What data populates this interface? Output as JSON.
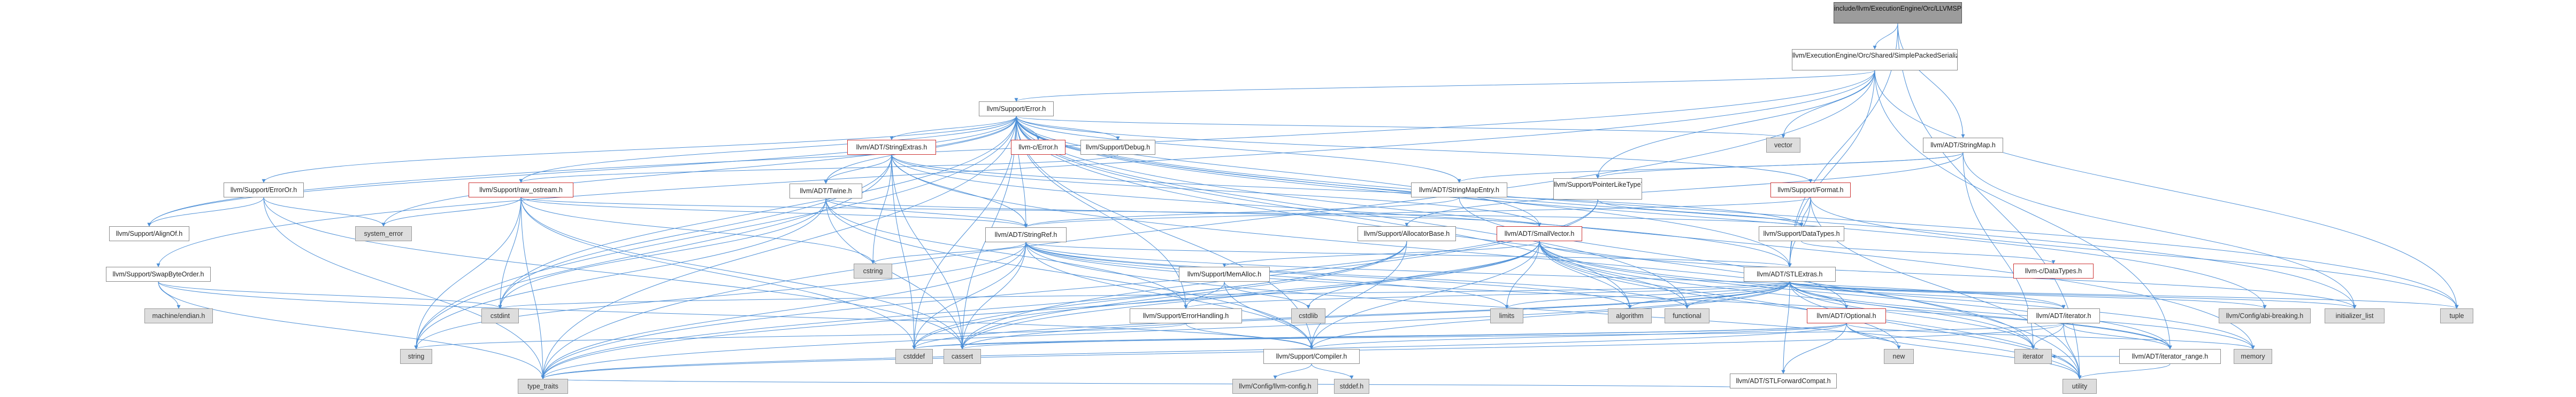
{
  "graph": {
    "title_node": "include/llvm/ExecutionEngine/Orc/LLVMSPSSerializers.h",
    "colors": {
      "edge": "#4d8fd6",
      "node_border": "#8a8a8a",
      "error_border": "#cc3333",
      "focus_fill": "#9c9c9c",
      "ext_fill": "#dddddd"
    },
    "nodes": [
      {
        "id": "n0",
        "label": "include/llvm/ExecutionEngine/Orc/LLVMSPSSerializers.h",
        "type": "focus"
      },
      {
        "id": "n1",
        "label": "llvm/ExecutionEngine/Orc/Shared/SimplePackedSerialization.h",
        "type": "normal"
      },
      {
        "id": "n2",
        "label": "llvm/Support/Error.h",
        "type": "normal"
      },
      {
        "id": "n3",
        "label": "vector",
        "type": "ext"
      },
      {
        "id": "n4",
        "label": "llvm/ADT/StringMap.h",
        "type": "normal"
      },
      {
        "id": "n5",
        "label": "llvm/ADT/StringExtras.h",
        "type": "error"
      },
      {
        "id": "n6",
        "label": "llvm-c/Error.h",
        "type": "error"
      },
      {
        "id": "n7",
        "label": "llvm/Support/Debug.h",
        "type": "normal"
      },
      {
        "id": "n8",
        "label": "llvm/Support/PointerLikeTypeTraits.h",
        "type": "normal"
      },
      {
        "id": "n9",
        "label": "llvm/ADT/StringMapEntry.h",
        "type": "normal"
      },
      {
        "id": "n10",
        "label": "llvm/Support/Format.h",
        "type": "error"
      },
      {
        "id": "n11",
        "label": "llvm/Support/ErrorOr.h",
        "type": "normal"
      },
      {
        "id": "n12",
        "label": "llvm/Support/raw_ostream.h",
        "type": "error"
      },
      {
        "id": "n13",
        "label": "llvm/ADT/Twine.h",
        "type": "normal"
      },
      {
        "id": "n14",
        "label": "llvm/Support/AllocatorBase.h",
        "type": "normal"
      },
      {
        "id": "n15",
        "label": "llvm/ADT/SmallVector.h",
        "type": "error"
      },
      {
        "id": "n16",
        "label": "llvm/Support/DataTypes.h",
        "type": "normal"
      },
      {
        "id": "n17",
        "label": "llvm/Support/AlignOf.h",
        "type": "normal"
      },
      {
        "id": "n18",
        "label": "system_error",
        "type": "ext"
      },
      {
        "id": "n19",
        "label": "llvm/ADT/StringRef.h",
        "type": "normal"
      },
      {
        "id": "n20",
        "label": "llvm-c/DataTypes.h",
        "type": "error"
      },
      {
        "id": "n21",
        "label": "llvm/Support/SwapByteOrder.h",
        "type": "normal"
      },
      {
        "id": "n22",
        "label": "cstring",
        "type": "ext"
      },
      {
        "id": "n23",
        "label": "llvm/Support/MemAlloc.h",
        "type": "normal"
      },
      {
        "id": "n24",
        "label": "llvm/ADT/STLExtras.h",
        "type": "normal"
      },
      {
        "id": "n25",
        "label": "machine/endian.h",
        "type": "ext"
      },
      {
        "id": "n26",
        "label": "cstdint",
        "type": "ext"
      },
      {
        "id": "n27",
        "label": "limits",
        "type": "ext"
      },
      {
        "id": "n28",
        "label": "algorithm",
        "type": "ext"
      },
      {
        "id": "n29",
        "label": "functional",
        "type": "ext"
      },
      {
        "id": "n30",
        "label": "llvm/Config/abi-breaking.h",
        "type": "ext"
      },
      {
        "id": "n31",
        "label": "initializer_list",
        "type": "ext"
      },
      {
        "id": "n32",
        "label": "tuple",
        "type": "ext"
      },
      {
        "id": "n33",
        "label": "llvm/Support/ErrorHandling.h",
        "type": "normal"
      },
      {
        "id": "n34",
        "label": "cstdlib",
        "type": "ext"
      },
      {
        "id": "n35",
        "label": "llvm/ADT/Optional.h",
        "type": "error"
      },
      {
        "id": "n36",
        "label": "llvm/ADT/iterator.h",
        "type": "normal"
      },
      {
        "id": "n37",
        "label": "string",
        "type": "ext"
      },
      {
        "id": "n38",
        "label": "cstddef",
        "type": "ext"
      },
      {
        "id": "n39",
        "label": "cassert",
        "type": "ext"
      },
      {
        "id": "n40",
        "label": "llvm/Support/Compiler.h",
        "type": "normal"
      },
      {
        "id": "n41",
        "label": "new",
        "type": "ext"
      },
      {
        "id": "n42",
        "label": "iterator",
        "type": "ext"
      },
      {
        "id": "n43",
        "label": "llvm/ADT/iterator_range.h",
        "type": "normal"
      },
      {
        "id": "n44",
        "label": "memory",
        "type": "ext"
      },
      {
        "id": "n45",
        "label": "llvm/ADT/STLForwardCompat.h",
        "type": "normal"
      },
      {
        "id": "n46",
        "label": "type_traits",
        "type": "ext"
      },
      {
        "id": "n47",
        "label": "utility",
        "type": "ext"
      },
      {
        "id": "n48",
        "label": "llvm/Config/llvm-config.h",
        "type": "ext"
      },
      {
        "id": "n49",
        "label": "stddef.h",
        "type": "ext"
      }
    ],
    "edges": [
      [
        "n0",
        "n1"
      ],
      [
        "n0",
        "n4"
      ],
      [
        "n0",
        "n24"
      ],
      [
        "n0",
        "n47"
      ],
      [
        "n1",
        "n2"
      ],
      [
        "n1",
        "n3"
      ],
      [
        "n1",
        "n8"
      ],
      [
        "n1",
        "n21"
      ],
      [
        "n1",
        "n32"
      ],
      [
        "n1",
        "n43"
      ],
      [
        "n1",
        "n46"
      ],
      [
        "n1",
        "n24"
      ],
      [
        "n1",
        "n17"
      ],
      [
        "n2",
        "n5"
      ],
      [
        "n2",
        "n6"
      ],
      [
        "n2",
        "n7"
      ],
      [
        "n2",
        "n11"
      ],
      [
        "n2",
        "n12"
      ],
      [
        "n2",
        "n13"
      ],
      [
        "n2",
        "n15"
      ],
      [
        "n2",
        "n10"
      ],
      [
        "n2",
        "n3"
      ],
      [
        "n2",
        "n17"
      ],
      [
        "n2",
        "n18"
      ],
      [
        "n2",
        "n19"
      ],
      [
        "n2",
        "n9"
      ],
      [
        "n2",
        "n33"
      ],
      [
        "n2",
        "n40"
      ],
      [
        "n2",
        "n26"
      ],
      [
        "n2",
        "n39"
      ],
      [
        "n2",
        "n37"
      ],
      [
        "n2",
        "n46"
      ],
      [
        "n2",
        "n30"
      ],
      [
        "n2",
        "n31"
      ],
      [
        "n2",
        "n32"
      ],
      [
        "n2",
        "n44"
      ],
      [
        "n2",
        "n47"
      ],
      [
        "n2",
        "n28"
      ],
      [
        "n2",
        "n29"
      ],
      [
        "n2",
        "n38"
      ],
      [
        "n2",
        "n24"
      ],
      [
        "n4",
        "n9"
      ],
      [
        "n4",
        "n14"
      ],
      [
        "n4",
        "n8"
      ],
      [
        "n4",
        "n31"
      ],
      [
        "n4",
        "n42"
      ],
      [
        "n5",
        "n19"
      ],
      [
        "n5",
        "n13"
      ],
      [
        "n5",
        "n15"
      ],
      [
        "n5",
        "n22"
      ],
      [
        "n5",
        "n26"
      ],
      [
        "n5",
        "n37"
      ],
      [
        "n5",
        "n24"
      ],
      [
        "n5",
        "n42"
      ],
      [
        "n5",
        "n38"
      ],
      [
        "n5",
        "n39"
      ],
      [
        "n5",
        "n37"
      ],
      [
        "n5",
        "n16"
      ],
      [
        "n7",
        "n12"
      ],
      [
        "n8",
        "n16"
      ],
      [
        "n8",
        "n39"
      ],
      [
        "n8",
        "n46"
      ],
      [
        "n9",
        "n19"
      ],
      [
        "n9",
        "n35"
      ],
      [
        "n10",
        "n19"
      ],
      [
        "n10",
        "n16"
      ],
      [
        "n10",
        "n24"
      ],
      [
        "n10",
        "n32"
      ],
      [
        "n10",
        "n47"
      ],
      [
        "n11",
        "n17"
      ],
      [
        "n11",
        "n18"
      ],
      [
        "n11",
        "n46"
      ],
      [
        "n11",
        "n39"
      ],
      [
        "n12",
        "n19"
      ],
      [
        "n12",
        "n16"
      ],
      [
        "n12",
        "n18"
      ],
      [
        "n12",
        "n22"
      ],
      [
        "n12",
        "n26"
      ],
      [
        "n12",
        "n37"
      ],
      [
        "n12",
        "n39"
      ],
      [
        "n12",
        "n38"
      ],
      [
        "n12",
        "n46"
      ],
      [
        "n13",
        "n19"
      ],
      [
        "n13",
        "n15"
      ],
      [
        "n13",
        "n40"
      ],
      [
        "n13",
        "n33"
      ],
      [
        "n13",
        "n26"
      ],
      [
        "n13",
        "n37"
      ],
      [
        "n13",
        "n39"
      ],
      [
        "n14",
        "n40"
      ],
      [
        "n14",
        "n46"
      ],
      [
        "n14",
        "n38"
      ],
      [
        "n14",
        "n39"
      ],
      [
        "n15",
        "n23"
      ],
      [
        "n15",
        "n40"
      ],
      [
        "n15",
        "n28"
      ],
      [
        "n15",
        "n38"
      ],
      [
        "n15",
        "n34"
      ],
      [
        "n15",
        "n29"
      ],
      [
        "n15",
        "n31"
      ],
      [
        "n15",
        "n42"
      ],
      [
        "n15",
        "n27"
      ],
      [
        "n15",
        "n44"
      ],
      [
        "n15",
        "n41"
      ],
      [
        "n15",
        "n46"
      ],
      [
        "n15",
        "n47"
      ],
      [
        "n15",
        "n39"
      ],
      [
        "n15",
        "n43"
      ],
      [
        "n16",
        "n20"
      ],
      [
        "n19",
        "n24"
      ],
      [
        "n19",
        "n22"
      ],
      [
        "n19",
        "n40"
      ],
      [
        "n19",
        "n28"
      ],
      [
        "n19",
        "n38"
      ],
      [
        "n19",
        "n27"
      ],
      [
        "n19",
        "n37"
      ],
      [
        "n19",
        "n46"
      ],
      [
        "n19",
        "n47"
      ],
      [
        "n19",
        "n39"
      ],
      [
        "n19",
        "n36"
      ],
      [
        "n19",
        "n43"
      ],
      [
        "n19",
        "n29"
      ],
      [
        "n21",
        "n25"
      ],
      [
        "n21",
        "n26"
      ],
      [
        "n21",
        "n46"
      ],
      [
        "n21",
        "n40"
      ],
      [
        "n23",
        "n33"
      ],
      [
        "n23",
        "n40"
      ],
      [
        "n23",
        "n34"
      ],
      [
        "n24",
        "n35"
      ],
      [
        "n24",
        "n36"
      ],
      [
        "n24",
        "n43"
      ],
      [
        "n24",
        "n45"
      ],
      [
        "n24",
        "n30"
      ],
      [
        "n24",
        "n28"
      ],
      [
        "n24",
        "n38"
      ],
      [
        "n24",
        "n29"
      ],
      [
        "n24",
        "n31"
      ],
      [
        "n24",
        "n42"
      ],
      [
        "n24",
        "n27"
      ],
      [
        "n24",
        "n44"
      ],
      [
        "n24",
        "n32"
      ],
      [
        "n24",
        "n46"
      ],
      [
        "n24",
        "n47"
      ],
      [
        "n24",
        "n39"
      ],
      [
        "n24",
        "n26"
      ],
      [
        "n24",
        "n40"
      ],
      [
        "n24",
        "n33"
      ],
      [
        "n33",
        "n40"
      ],
      [
        "n33",
        "n37"
      ],
      [
        "n35",
        "n40"
      ],
      [
        "n35",
        "n45"
      ],
      [
        "n35",
        "n39"
      ],
      [
        "n35",
        "n38"
      ],
      [
        "n35",
        "n41"
      ],
      [
        "n35",
        "n46"
      ],
      [
        "n35",
        "n47"
      ],
      [
        "n35",
        "n44"
      ],
      [
        "n36",
        "n43"
      ],
      [
        "n36",
        "n42"
      ],
      [
        "n36",
        "n38"
      ],
      [
        "n36",
        "n46"
      ],
      [
        "n36",
        "n47"
      ],
      [
        "n40",
        "n48"
      ],
      [
        "n40",
        "n49"
      ],
      [
        "n43",
        "n42"
      ],
      [
        "n43",
        "n47"
      ],
      [
        "n45",
        "n46"
      ]
    ]
  }
}
